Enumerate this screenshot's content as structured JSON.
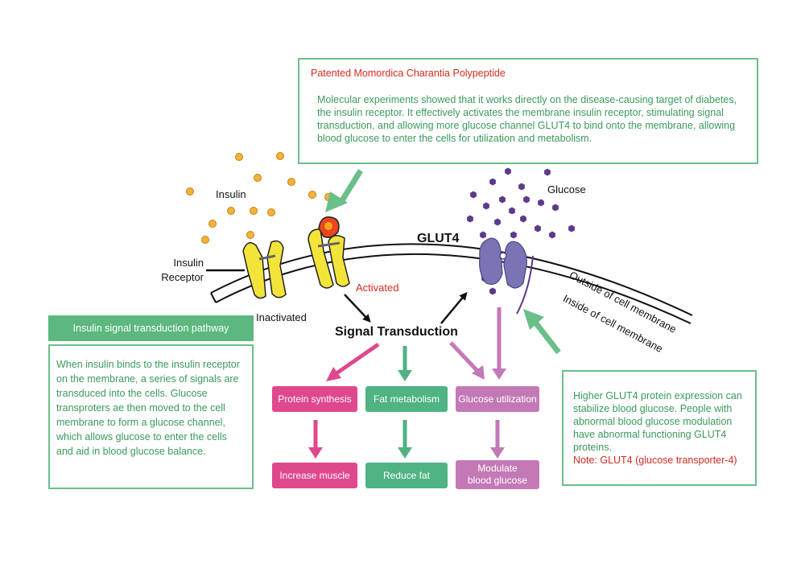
{
  "top_box": {
    "title": "Patented Momordica Charantia Polypeptide",
    "body": "Molecular experiments showed that it works directly on the disease-causing target of diabetes, the insulin receptor. It effectively activates the membrane insulin receptor, stimulating signal transduction, and allowing more glucose channel GLUT4 to bind onto the membrane, allowing blood glucose to enter the cells for utilization and metabolism."
  },
  "labels": {
    "insulin": "Insulin",
    "insulin_receptor": "Insulin\nReceptor",
    "inactivated": "Inactivated",
    "activated": "Activated",
    "glut4": "GLUT4",
    "glucose": "Glucose",
    "outside": "Outside of cell membrane",
    "inside": "Inside of cell membrane",
    "signal_transduction": "Signal Transduction"
  },
  "left_panel": {
    "header": "Insulin signal transduction pathway",
    "body": "When insulin binds to the insulin receptor on the membrane, a series of signals are transduced into the cells. Glucose transproters ae then moved to the cell membrane to form a glucose channel, which allows glucose to enter the cells and aid in blood glucose balance."
  },
  "right_box": {
    "body": "Higher GLUT4 protein expression can stabilize blood glucose. People with abnormal blood glucose modulation have abnormal functioning GLUT4 proteins.",
    "note": "Note: GLUT4 (glucose transporter-4)"
  },
  "pathway": {
    "protein_synthesis": "Protein synthesis",
    "fat_metabolism": "Fat metabolism",
    "glucose_utilization": "Glucose utilization",
    "increase_muscle": "Increase muscle",
    "reduce_fat": "Reduce fat",
    "modulate_glucose": "Modulate\nblood glucose"
  },
  "colors": {
    "green": "#3a9a5c",
    "box_border": "#6bbf8a",
    "header_green": "#5cb87e",
    "pink": "#e0488e",
    "teal": "#4fb383",
    "purple": "#c479b7",
    "red": "#d52b1e",
    "insulin_dot": "#f2b33a",
    "glucose_hex": "#5e3a8a",
    "receptor_yellow": "#f3e43a",
    "glut4": "#6f6aa8"
  }
}
